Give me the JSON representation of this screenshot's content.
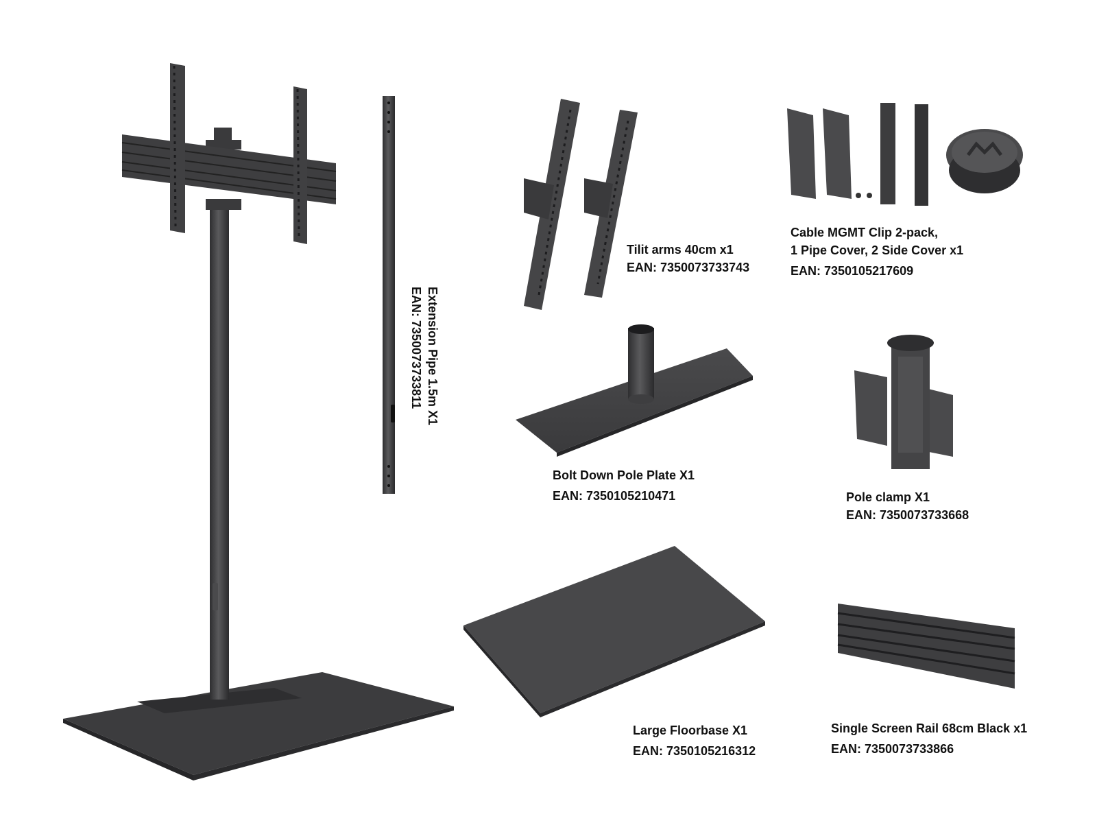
{
  "colors": {
    "metal_dark": "#3a3a3c",
    "metal_mid": "#505052",
    "metal_light": "#6a6a6c",
    "background": "#ffffff",
    "text": "#111111"
  },
  "items": {
    "extension_pipe": {
      "name": "Extension Pipe 1.5m X1",
      "ean": "EAN: 7350073733811"
    },
    "tilt_arms": {
      "name": "Tilit arms 40cm x1",
      "ean": "EAN: 7350073733743"
    },
    "cable_mgmt": {
      "name_line1": "Cable MGMT Clip 2-pack,",
      "name_line2": "1 Pipe Cover, 2 Side Cover x1",
      "ean": "EAN: 7350105217609"
    },
    "bolt_down_plate": {
      "name": "Bolt Down Pole Plate  X1",
      "ean": "EAN: 7350105210471"
    },
    "pole_clamp": {
      "name": "Pole clamp X1",
      "ean": "EAN: 7350073733668"
    },
    "large_floorbase": {
      "name": "Large Floorbase X1",
      "ean": "EAN: 7350105216312"
    },
    "screen_rail": {
      "name": "Single Screen Rail 68cm Black x1",
      "ean": "EAN: 7350073733866"
    }
  }
}
